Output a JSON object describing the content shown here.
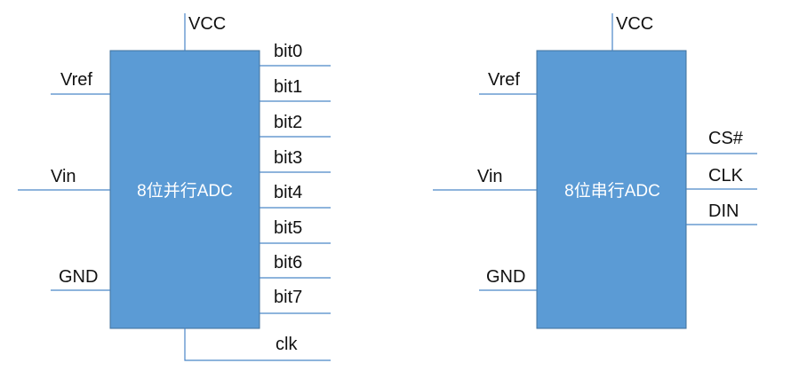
{
  "colors": {
    "chip_fill": "#5b9bd5",
    "chip_border": "#41719c",
    "wire": "#4a86c8",
    "chip_text": "#ffffff",
    "label_text": "#111111"
  },
  "parallel_adc": {
    "title": "8位并行ADC",
    "vcc": "VCC",
    "vref": "Vref",
    "vin": "Vin",
    "gnd": "GND",
    "outputs": [
      "bit0",
      "bit1",
      "bit2",
      "bit3",
      "bit4",
      "bit5",
      "bit6",
      "bit7"
    ],
    "clock": "clk"
  },
  "serial_adc": {
    "title": "8位串行ADC",
    "vcc": "VCC",
    "vref": "Vref",
    "vin": "Vin",
    "gnd": "GND",
    "pins": [
      "CS#",
      "CLK",
      "DIN"
    ]
  }
}
